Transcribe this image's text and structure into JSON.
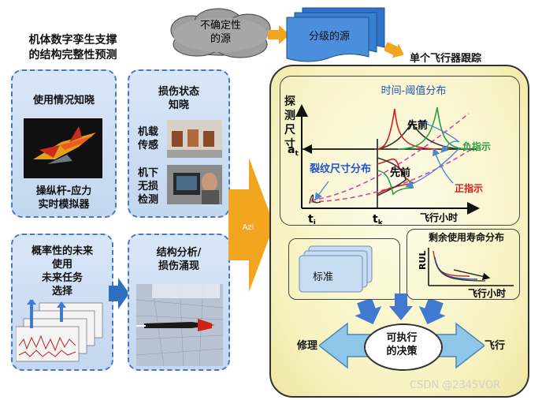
{
  "title_left": [
    "机体数字孪生支撑",
    "的结构完整性预测"
  ],
  "cloud_label": [
    "不确定性",
    "的源"
  ],
  "graded_source": "分级的源",
  "tracking_title": "单个飞行器跟踪",
  "box_usage": "使用情况知晓",
  "box_stick": [
    "操纵杆-应力",
    "实时模拟器"
  ],
  "box_damage": [
    "损伤状态",
    "知晓"
  ],
  "onboard": [
    "机载",
    "传感"
  ],
  "ndt": [
    "机下",
    "无损",
    "检测"
  ],
  "box_prob": [
    "概率性的未来",
    "使用",
    "未来任务",
    "选择"
  ],
  "box_struct": [
    "结构分析/",
    "损伤涌现"
  ],
  "azi": "Azi",
  "chart": {
    "title": "时间-阈值分布",
    "ylabel": [
      "探",
      "测",
      "尺",
      "寸"
    ],
    "a_label": "a",
    "a_sub": "t",
    "prior_top": "先前",
    "prior_mid": "先前",
    "crack": "裂纹尺寸分布",
    "neg": "负指示",
    "pos": "正指示",
    "xlabel": "飞行小时",
    "ti": "t",
    "ti_sub": "i",
    "tk": "t",
    "tk_sub": "k"
  },
  "standard": "标准",
  "rul_title": "剩余使用寿命分布",
  "rul_ylabel": "RUL",
  "rul_xlabel": "飞行小时",
  "decision": [
    "可执行",
    "的决策"
  ],
  "repair": "修理",
  "fly": "飞行",
  "watermark": "CSDN @2345VOR",
  "colors": {
    "tracking_bg": "#f7f2c0",
    "box_blue": "#c8dbf2",
    "arrow_orange": "#f2a51e",
    "arrow_blue": "#2d6ec0"
  }
}
